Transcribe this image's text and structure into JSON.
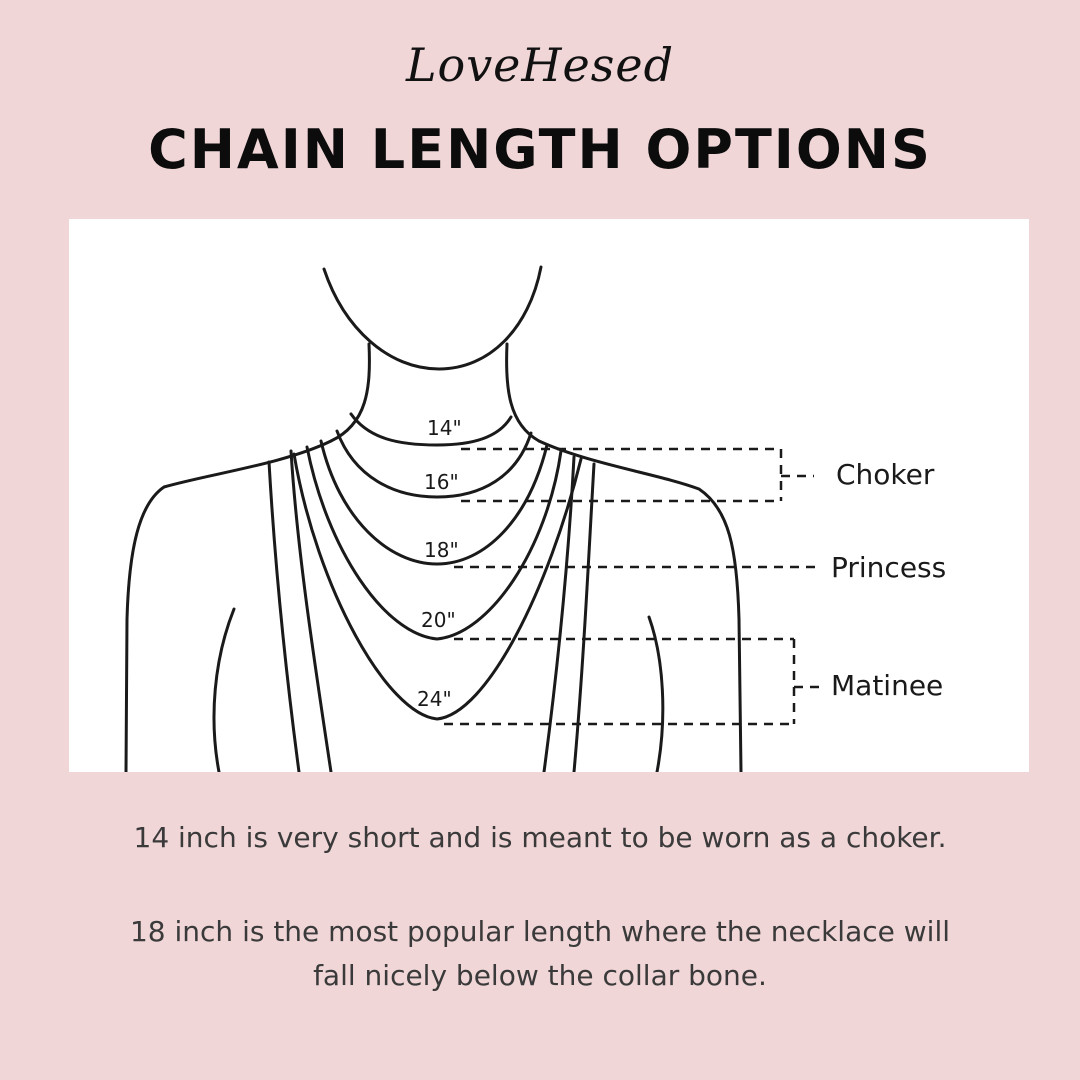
{
  "brand": "LoveHesed",
  "title": "CHAIN LENGTH OPTIONS",
  "diagram": {
    "lengths": [
      "14\"",
      "16\"",
      "18\"",
      "20\"",
      "24\""
    ],
    "categories": [
      "Choker",
      "Princess",
      "Matinee"
    ]
  },
  "descriptions": {
    "line1": "14 inch is very short and is meant to be worn as a choker.",
    "line2a": "18 inch is the most popular length where the necklace will",
    "line2b": "fall nicely below the collar bone."
  }
}
